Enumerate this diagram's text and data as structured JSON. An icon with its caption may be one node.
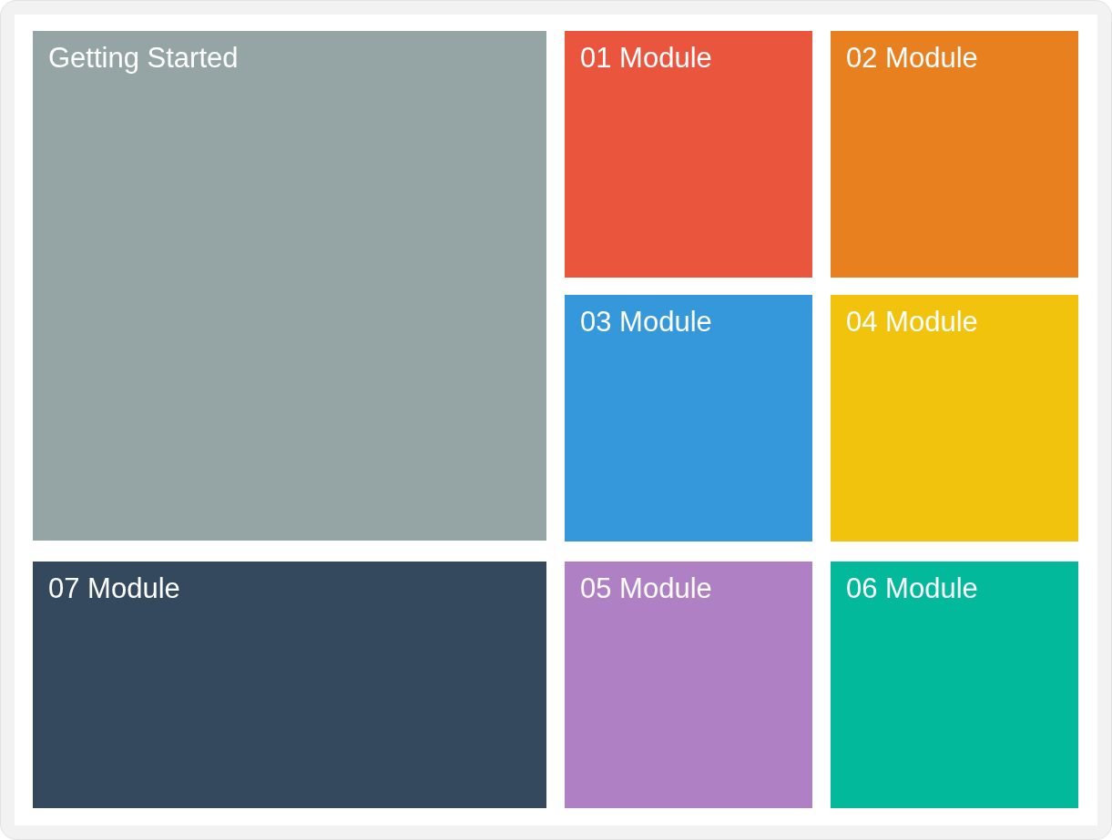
{
  "diagram": {
    "nodes": [
      {
        "text": [
          "Getting Started"
        ]
      },
      {
        "text": [
          "01 Module"
        ]
      },
      {
        "text": [
          "02 Module"
        ]
      },
      {
        "text": [
          "03 Module"
        ]
      },
      {
        "text": [
          "04 Module"
        ]
      },
      {
        "text": [
          "07 Module"
        ]
      },
      {
        "text": [
          "05 Module"
        ]
      },
      {
        "text": [
          "06 Module"
        ]
      }
    ]
  }
}
